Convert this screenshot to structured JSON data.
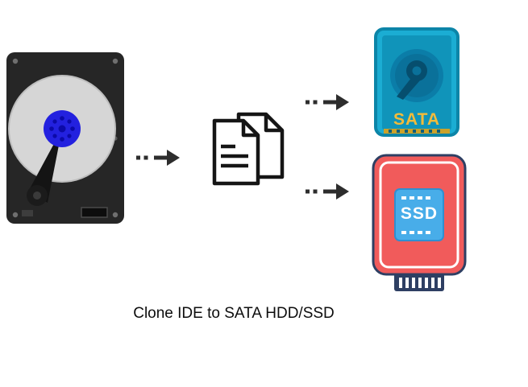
{
  "diagram": {
    "caption": "Clone IDE to SATA HDD/SSD",
    "targets": {
      "sata": {
        "label": "SATA"
      },
      "ssd": {
        "label": "SSD"
      }
    },
    "icons": {
      "source": "ide-hdd-icon",
      "process": "copy-files-icon",
      "flow": "dashed-arrow-right-icon",
      "target_top": "sata-hdd-icon",
      "target_bottom": "ssd-icon"
    },
    "colors": {
      "background": "#ffffff",
      "hdd_body": "#262626",
      "hdd_platter": "#d6d6d6",
      "hdd_hub": "#2321df",
      "arrow": "#2d2d2d",
      "doc_outline": "#151515",
      "sata_body": "#1badd3",
      "sata_panel": "#1094ba",
      "sata_circle": "#0b7da8",
      "sata_label": "#f2bb3a",
      "sata_pins": "#caa22b",
      "ssd_body": "#f15b5b",
      "ssd_border": "#2e3f63",
      "ssd_chip": "#48ade9",
      "caption_text": "#0d0d0d"
    }
  }
}
